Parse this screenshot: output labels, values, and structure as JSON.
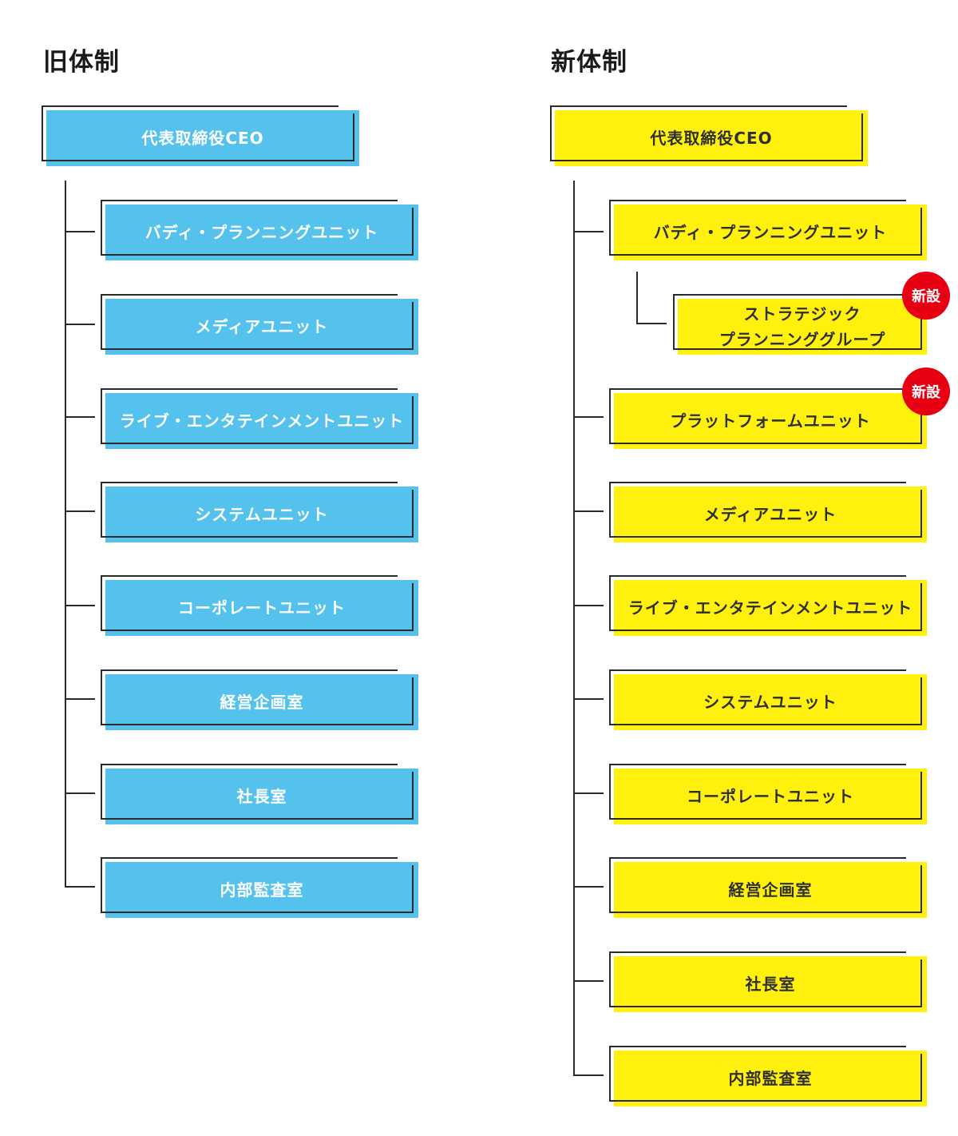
{
  "old": {
    "heading": "旧体制",
    "ceo": "代表取締役CEO",
    "units": [
      "バディ・プランニングユニット",
      "メディアユニット",
      "ライブ・エンタテインメントユニット",
      "システムユニット",
      "コーポレートユニット",
      "経営企画室",
      "社長室",
      "内部監査室"
    ]
  },
  "new": {
    "heading": "新体制",
    "ceo": "代表取締役CEO",
    "units": [
      "バディ・プランニングユニット",
      "ストラテジック\nプランニンググループ",
      "プラットフォームユニット",
      "メディアユニット",
      "ライブ・エンタテインメントユニット",
      "システムユニット",
      "コーポレートユニット",
      "経営企画室",
      "社長室",
      "内部監査室"
    ],
    "badge": "新設"
  },
  "colors": {
    "old_fill": "#55c2ee",
    "new_fill": "#fff10d",
    "badge": "#e60012"
  }
}
